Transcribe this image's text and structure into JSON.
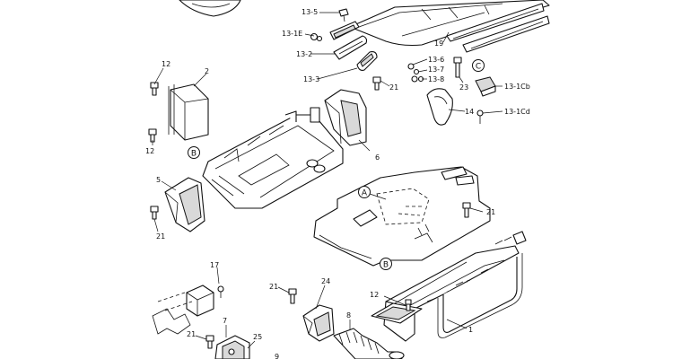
{
  "labels": {
    "l1": "1",
    "l2": "2",
    "l5": "5",
    "l6": "6",
    "l7": "7",
    "l8": "8",
    "l9": "9",
    "l12a": "12",
    "l12b": "12",
    "l12c": "12",
    "l13_5": "13-5",
    "l13_1E": "13-1E",
    "l13_2": "13-2",
    "l13_3": "13-3",
    "l13_6": "13-6",
    "l13_7": "13-7",
    "l13_8": "13-8",
    "l13_1Cb": "13-1Cb",
    "l13_1Cd": "13-1Cd",
    "l14": "14",
    "l17": "17",
    "l19": "19",
    "l21a": "21",
    "l21b": "21",
    "l21c": "21",
    "l21d": "21",
    "l21e": "21",
    "l23": "23",
    "l24": "24",
    "l25": "25"
  },
  "callouts": {
    "A": "A",
    "B1": "B",
    "B2": "B",
    "C": "C"
  }
}
